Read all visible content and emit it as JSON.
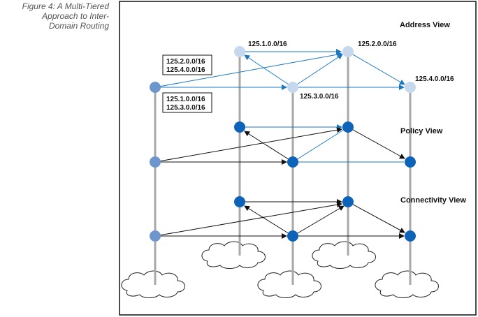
{
  "caption": {
    "line1": "Figure 4: A Multi-Tiered",
    "line2": "Approach to Inter-",
    "line3": "Domain Routing"
  },
  "views": {
    "address": "Address View",
    "policy": "Policy View",
    "connectivity": "Connectivity View"
  },
  "prefixes": {
    "n1": "125.1.0.0/16",
    "n2": "125.2.0.0/16",
    "n3": "125.3.0.0/16",
    "n4": "125.4.0.0/16"
  },
  "boxes": {
    "upper": [
      "125.2.0.0/16",
      "125.4.0.0/16"
    ],
    "lower": [
      "125.1.0.0/16",
      "125.3.0.0/16"
    ]
  },
  "colors": {
    "address_node": "#c6d8ee",
    "aggregate_node": "#6d97cc",
    "network_node": "#0c63b8",
    "blue_link": "#1a78c2",
    "black_link": "#111111",
    "pole": "#a8a8a8"
  }
}
